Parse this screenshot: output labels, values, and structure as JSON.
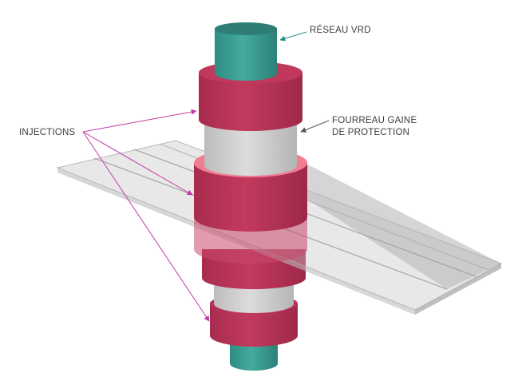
{
  "labels": {
    "reseau": "RÉSEAU VRD",
    "fourreau_line1": "FOURREAU GAINE",
    "fourreau_line2": "DE PROTECTION",
    "injections": "INJECTIONS"
  },
  "colors": {
    "teal": "#3c9f94",
    "teal_top": "#2f7f77",
    "crimson": "#bb3458",
    "crimson_top": "#d34b6e",
    "grey_sleeve": "#cfcfcf",
    "slab": "#c8c8c8",
    "arrow_magenta": "#c23aa6",
    "arrow_teal": "#1e8f84",
    "arrow_grey": "#555555"
  }
}
